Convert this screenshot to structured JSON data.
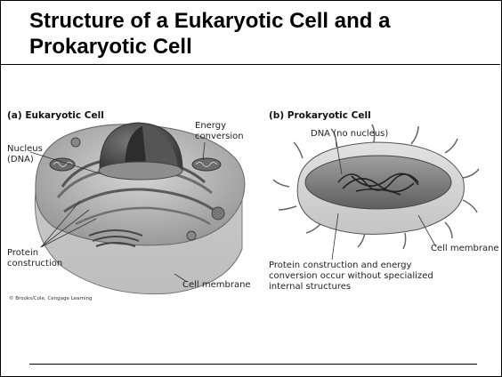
{
  "slide": {
    "title": "Structure of a Eukaryotic Cell and a Prokaryotic Cell"
  },
  "figure": {
    "eukaryotic": {
      "heading": "(a) Eukaryotic Cell",
      "labels": {
        "nucleus": "Nucleus\n(DNA)",
        "energy": "Energy\nconversion",
        "protein": "Protein\nconstruction",
        "membrane": "Cell membrane"
      },
      "copyright": "© Brooks/Cole, Cengage Learning"
    },
    "prokaryotic": {
      "heading": "(b) Prokaryotic Cell",
      "labels": {
        "dna": "DNA (no nucleus)",
        "membrane": "Cell membrane",
        "caption": "Protein construction and energy\nconversion occur without specialized\ninternal structures"
      }
    }
  }
}
